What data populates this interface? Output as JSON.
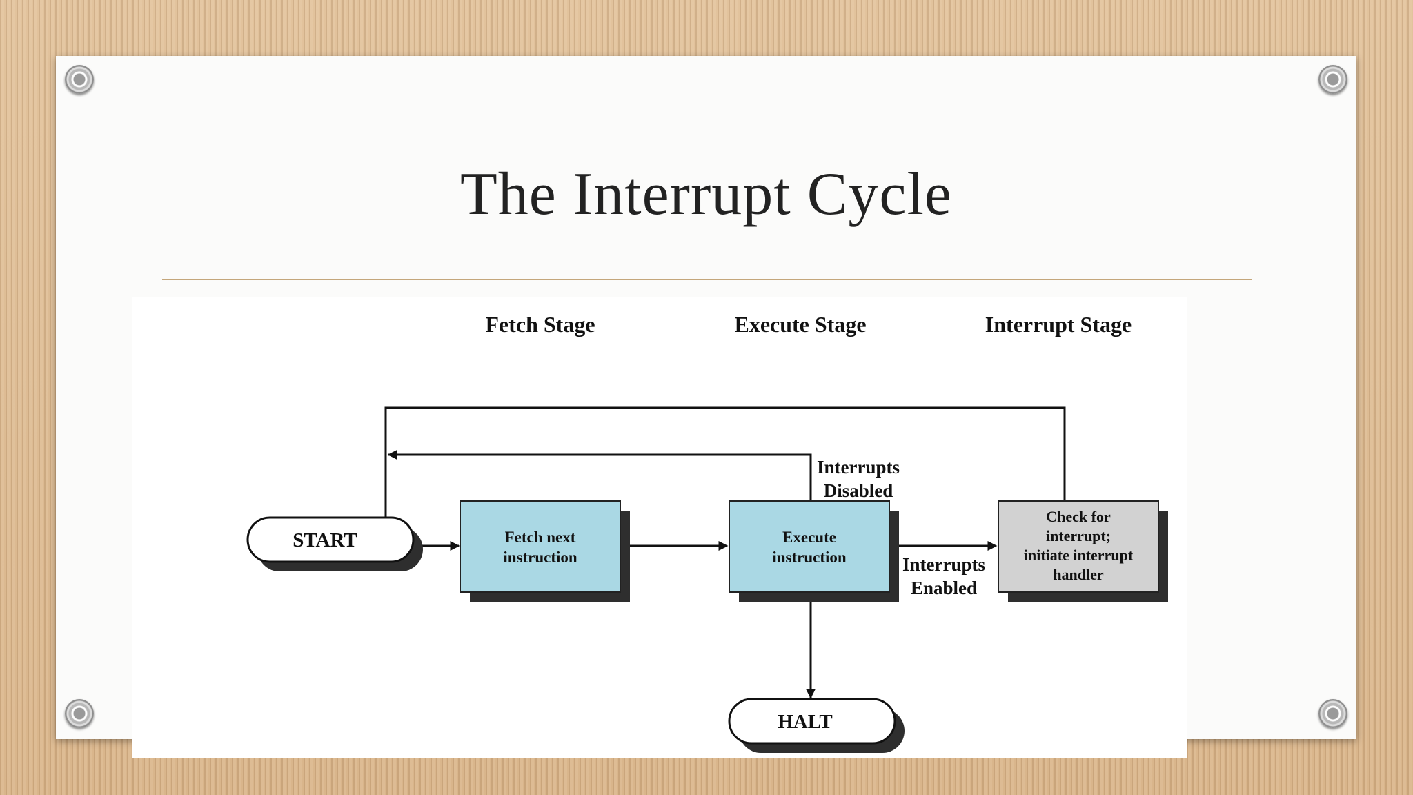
{
  "slide": {
    "title": "The Interrupt Cycle"
  },
  "diagram": {
    "stage_labels": {
      "fetch": "Fetch Stage",
      "execute": "Execute Stage",
      "interrupt": "Interrupt Stage"
    },
    "nodes": {
      "start": "START",
      "halt": "HALT",
      "fetch": [
        "Fetch next",
        "instruction"
      ],
      "execute": [
        "Execute",
        "instruction"
      ],
      "check": [
        "Check for",
        "interrupt;",
        "initiate interrupt",
        "handler"
      ]
    },
    "edge_labels": {
      "disabled": [
        "Interrupts",
        "Disabled"
      ],
      "enabled": [
        "Interrupts",
        "Enabled"
      ]
    },
    "colors": {
      "process_fill": "#aad8e4",
      "check_fill": "#d2d2d2",
      "shadow": "#2e2e2e",
      "line": "#111111"
    }
  }
}
